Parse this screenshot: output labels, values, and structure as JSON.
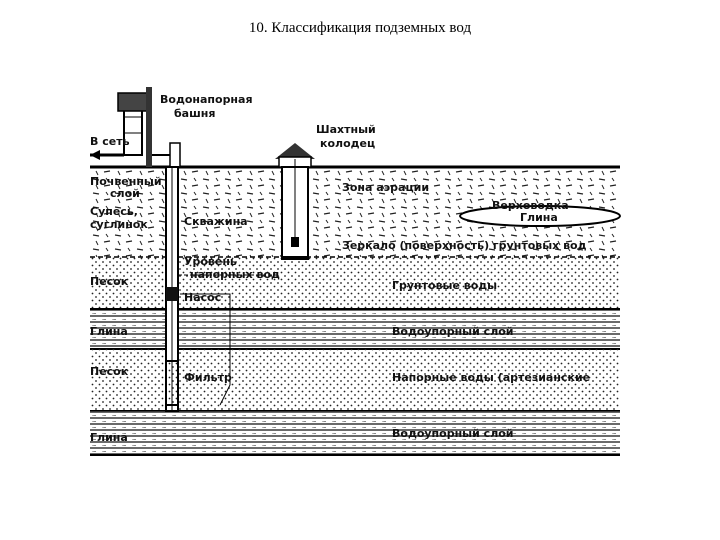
{
  "slide": {
    "title": "10. Классификация подземных вод"
  },
  "diagram": {
    "labels": {
      "water_tower": [
        "Водонапорная",
        "башня"
      ],
      "to_network": "В сеть",
      "shaft_well": [
        "Шахтный",
        "колодец"
      ],
      "soil_layer": [
        "Почвенный",
        "слой"
      ],
      "sandy_loam": [
        "Супесь,",
        "суглинок"
      ],
      "borehole": "Скважина",
      "aeration_zone": "Зона аэрации",
      "perched_water": "Верховодка",
      "lens_clay": "Глина",
      "water_table": "Зеркало (поверхность) грунтовых вод",
      "pressure_level": [
        "Уровень",
        "напорных вод"
      ],
      "sand_upper": "Песок",
      "groundwater": "Грунтовые воды",
      "pump": "Насос",
      "clay_upper": "Глина",
      "aquiclude_upper": "Водоупорный слой",
      "sand_lower": "Песок",
      "filter": "Фильтр",
      "artesian": "Напорные воды (артезианские",
      "clay_lower": "Глина",
      "aquiclude_lower": "Водоупорный слой"
    }
  }
}
